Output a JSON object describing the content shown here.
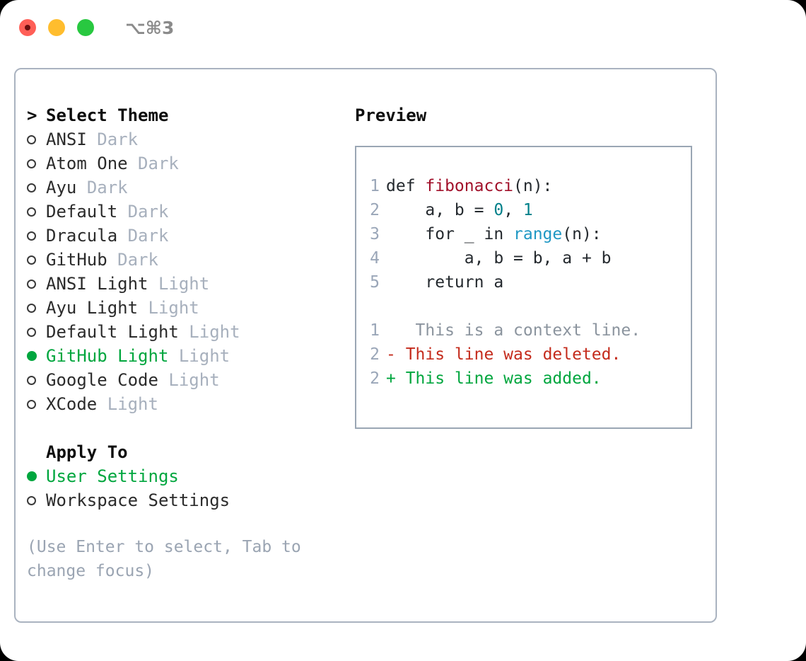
{
  "titlebar": {
    "shortcut": "⌥⌘3",
    "lights": [
      {
        "name": "close",
        "color": "#ff5f57"
      },
      {
        "name": "minimize",
        "color": "#ffbd2e"
      },
      {
        "name": "maximize",
        "color": "#28c840"
      }
    ]
  },
  "theme_picker": {
    "marker": ">",
    "header": "Select Theme",
    "items": [
      {
        "label": "ANSI",
        "variant": "Dark",
        "selected": false
      },
      {
        "label": "Atom One",
        "variant": "Dark",
        "selected": false
      },
      {
        "label": "Ayu",
        "variant": "Dark",
        "selected": false
      },
      {
        "label": "Default",
        "variant": "Dark",
        "selected": false
      },
      {
        "label": "Dracula",
        "variant": "Dark",
        "selected": false
      },
      {
        "label": "GitHub",
        "variant": "Dark",
        "selected": false
      },
      {
        "label": "ANSI Light",
        "variant": "Light",
        "selected": false
      },
      {
        "label": "Ayu Light",
        "variant": "Light",
        "selected": false
      },
      {
        "label": "Default Light",
        "variant": "Light",
        "selected": false
      },
      {
        "label": "GitHub Light",
        "variant": "Light",
        "selected": true
      },
      {
        "label": "Google Code",
        "variant": "Light",
        "selected": false
      },
      {
        "label": "XCode",
        "variant": "Light",
        "selected": false
      }
    ]
  },
  "apply_to": {
    "header": "Apply To",
    "options": [
      {
        "label": "User Settings",
        "selected": true
      },
      {
        "label": "Workspace Settings",
        "selected": false
      }
    ]
  },
  "hint": "(Use Enter to select, Tab to change focus)",
  "preview": {
    "title": "Preview",
    "code_lines": [
      {
        "no": "1",
        "tokens": [
          {
            "t": "def ",
            "k": "kw"
          },
          {
            "t": "fibonacci",
            "k": "fn"
          },
          {
            "t": "(n):",
            "k": "plain"
          }
        ]
      },
      {
        "no": "2",
        "tokens": [
          {
            "t": "    a, b = ",
            "k": "plain"
          },
          {
            "t": "0",
            "k": "num"
          },
          {
            "t": ", ",
            "k": "plain"
          },
          {
            "t": "1",
            "k": "num"
          }
        ]
      },
      {
        "no": "3",
        "tokens": [
          {
            "t": "    for _ in ",
            "k": "plain"
          },
          {
            "t": "range",
            "k": "builtin"
          },
          {
            "t": "(n):",
            "k": "plain"
          }
        ]
      },
      {
        "no": "4",
        "tokens": [
          {
            "t": "        a, b = b, a + b",
            "k": "plain"
          }
        ]
      },
      {
        "no": "5",
        "tokens": [
          {
            "t": "    return a",
            "k": "plain"
          }
        ]
      }
    ],
    "diff_lines": [
      {
        "no": "1",
        "sign": " ",
        "text": "  This is a context line.",
        "kind": "ctx"
      },
      {
        "no": "2",
        "sign": "-",
        "text": " This line was deleted.",
        "kind": "del"
      },
      {
        "no": "2",
        "sign": "+",
        "text": " This line was added.",
        "kind": "add"
      }
    ]
  },
  "colors": {
    "accent_green": "#00a63e",
    "muted": "#a7b0bd",
    "border": "#aab3c0",
    "diff_delete": "#c42b1c",
    "diff_add": "#00a63e",
    "fn_name": "#a1102a",
    "number": "#00808a",
    "builtin": "#2098c4"
  }
}
